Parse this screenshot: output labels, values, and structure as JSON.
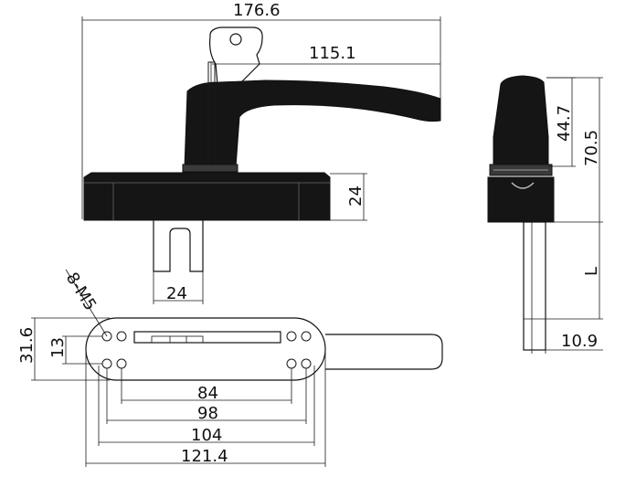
{
  "dimensions": {
    "overall_width": "176.6",
    "handle_length": "115.1",
    "base_height": "24",
    "spindle_width": "24",
    "side_cap_height": "44.7",
    "side_total_height": "70.5",
    "spindle_length": "L",
    "spindle_thickness": "10.9",
    "base_plate_height": "31.6",
    "hole_pitch_vertical": "13",
    "hole_spacing_84": "84",
    "hole_spacing_98": "98",
    "hole_spacing_104": "104",
    "base_plate_length": "121.4",
    "thread_callout": "8-M5"
  }
}
